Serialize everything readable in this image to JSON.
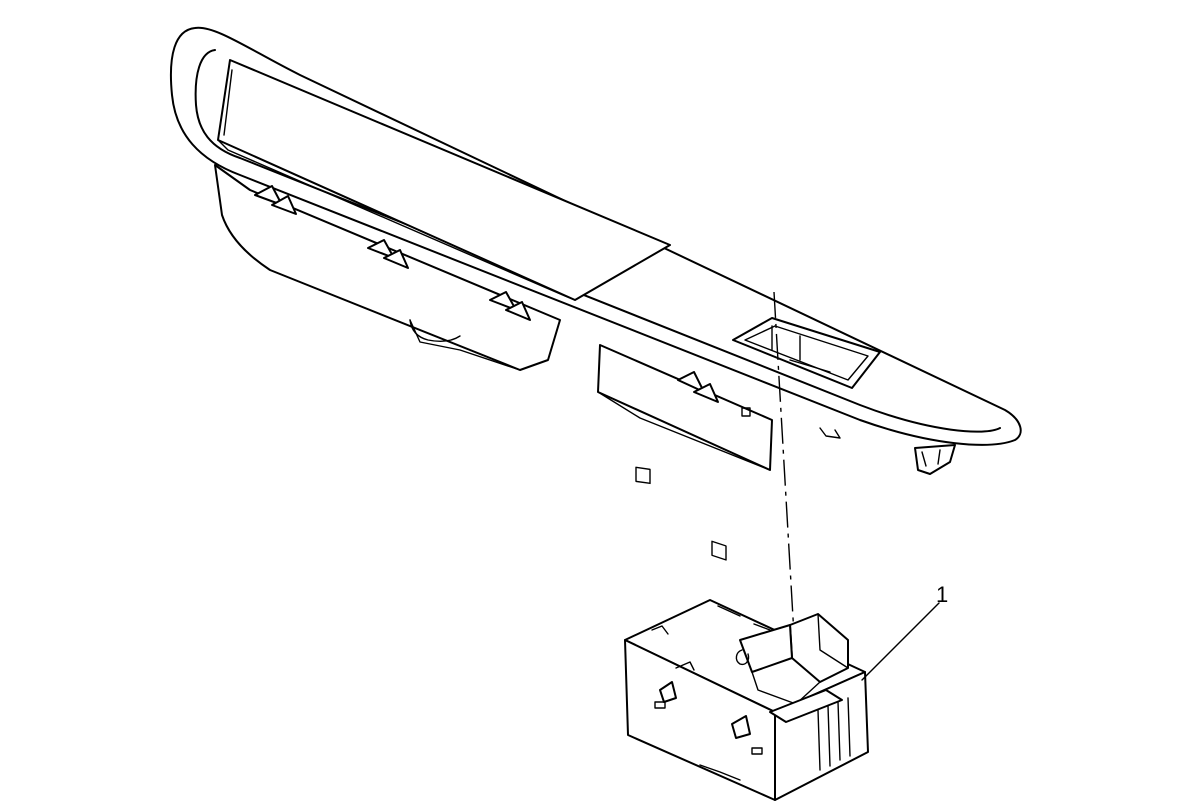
{
  "callouts": [
    {
      "number": "1",
      "part": "window-switch-assembly"
    }
  ],
  "parts": {
    "upper": "armrest-bezel-trim",
    "lower": "window-switch-assembly"
  },
  "colors": {
    "line": "#000000",
    "background": "#ffffff"
  }
}
